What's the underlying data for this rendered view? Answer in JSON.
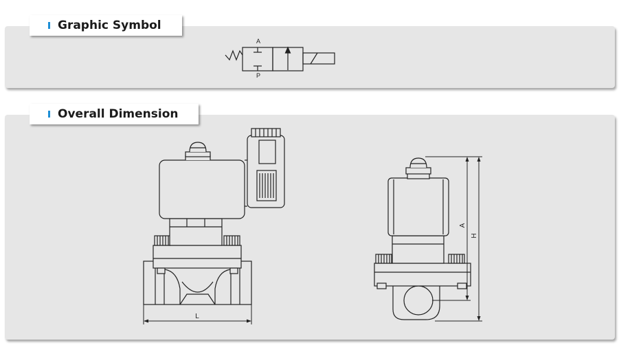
{
  "sections": {
    "graphic_symbol": {
      "title": "Graphic Symbol"
    },
    "overall_dimension": {
      "title": "Overall Dimension"
    }
  },
  "symbol_labels": {
    "port_a": "A",
    "port_p": "P"
  },
  "dimension_labels": {
    "length": "L",
    "a": "A",
    "height": "H"
  },
  "colors": {
    "accent": "#1e8fd6",
    "panel": "#e6e6e6",
    "line": "#222222"
  }
}
